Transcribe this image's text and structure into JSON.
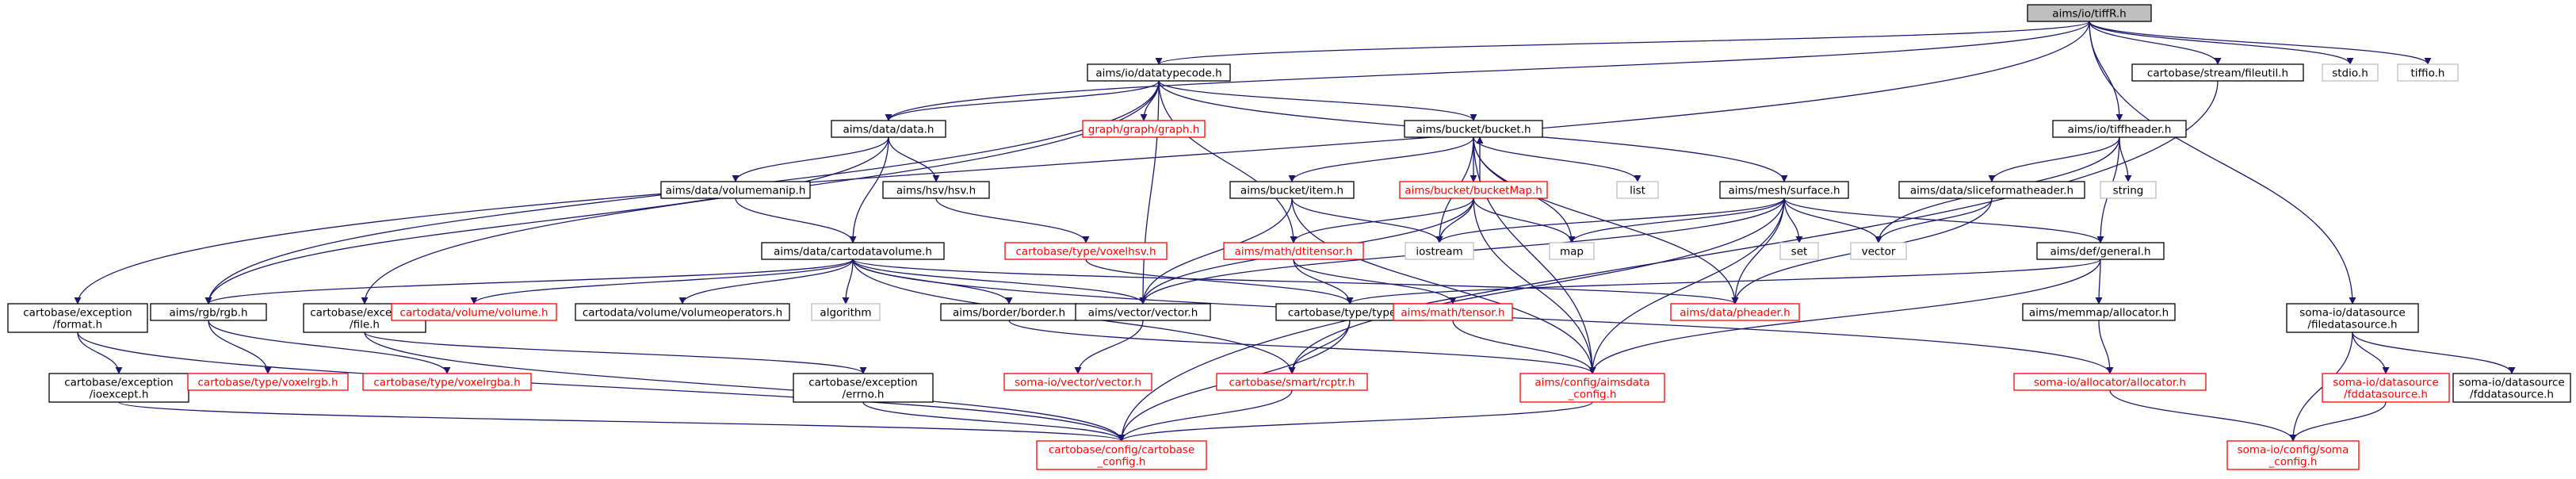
{
  "colors": {
    "edge": "#191970",
    "root_fill": "#bfbfbf",
    "node_border": "#000000",
    "missing_border": "#ff0000",
    "external_border": "#bfbfbf",
    "text": "#000000",
    "missing_text": "#ff0000"
  },
  "nodes": [
    {
      "id": "n_root",
      "lines": [
        "aims/io/tiffR.h"
      ],
      "style": "root"
    },
    {
      "id": "n_datatypecode",
      "lines": [
        "aims/io/datatypecode.h"
      ],
      "style": "normal"
    },
    {
      "id": "n_fileutil",
      "lines": [
        "cartobase/stream/fileutil.h"
      ],
      "style": "normal"
    },
    {
      "id": "n_stdio",
      "lines": [
        "stdio.h"
      ],
      "style": "external"
    },
    {
      "id": "n_tiffio",
      "lines": [
        "tiffio.h"
      ],
      "style": "external"
    },
    {
      "id": "n_tiffheader",
      "lines": [
        "aims/io/tiffheader.h"
      ],
      "style": "normal"
    },
    {
      "id": "n_datah",
      "lines": [
        "aims/data/data.h"
      ],
      "style": "normal"
    },
    {
      "id": "n_graph",
      "lines": [
        "graph/graph/graph.h"
      ],
      "style": "missing"
    },
    {
      "id": "n_bucket",
      "lines": [
        "aims/bucket/bucket.h"
      ],
      "style": "normal"
    },
    {
      "id": "n_volmanip",
      "lines": [
        "aims/data/volumemanip.h"
      ],
      "style": "normal"
    },
    {
      "id": "n_hsv",
      "lines": [
        "aims/hsv/hsv.h"
      ],
      "style": "normal"
    },
    {
      "id": "n_bucketitem",
      "lines": [
        "aims/bucket/item.h"
      ],
      "style": "normal"
    },
    {
      "id": "n_bucketmap",
      "lines": [
        "aims/bucket/bucketMap.h"
      ],
      "style": "missing"
    },
    {
      "id": "n_list",
      "lines": [
        "list"
      ],
      "style": "external"
    },
    {
      "id": "n_surface",
      "lines": [
        "aims/mesh/surface.h"
      ],
      "style": "normal"
    },
    {
      "id": "n_string",
      "lines": [
        "string"
      ],
      "style": "external"
    },
    {
      "id": "n_sliceformat",
      "lines": [
        "aims/data/sliceformatheader.h"
      ],
      "style": "normal"
    },
    {
      "id": "n_voxelhsv",
      "lines": [
        "cartobase/type/voxelhsv.h"
      ],
      "style": "missing"
    },
    {
      "id": "n_dtitensor",
      "lines": [
        "aims/math/dtitensor.h"
      ],
      "style": "missing"
    },
    {
      "id": "n_iostream",
      "lines": [
        "iostream"
      ],
      "style": "external"
    },
    {
      "id": "n_map",
      "lines": [
        "map"
      ],
      "style": "external"
    },
    {
      "id": "n_set",
      "lines": [
        "set"
      ],
      "style": "external"
    },
    {
      "id": "n_vector",
      "lines": [
        "vector"
      ],
      "style": "external"
    },
    {
      "id": "n_general",
      "lines": [
        "aims/def/general.h"
      ],
      "style": "normal"
    },
    {
      "id": "n_cartovolume",
      "lines": [
        "aims/data/cartodatavolume.h"
      ],
      "style": "normal"
    },
    {
      "id": "n_formatexc",
      "lines": [
        "cartobase/exception",
        "/format.h"
      ],
      "style": "normal"
    },
    {
      "id": "n_rgb",
      "lines": [
        "aims/rgb/rgb.h"
      ],
      "style": "normal"
    },
    {
      "id": "n_fileexc",
      "lines": [
        "cartobase/exception",
        "/file.h"
      ],
      "style": "normal"
    },
    {
      "id": "n_cvolume",
      "lines": [
        "cartodata/volume/volume.h"
      ],
      "style": "missing"
    },
    {
      "id": "n_volops",
      "lines": [
        "cartodata/volume/volumeoperators.h"
      ],
      "style": "normal"
    },
    {
      "id": "n_algorithm",
      "lines": [
        "algorithm"
      ],
      "style": "external"
    },
    {
      "id": "n_border",
      "lines": [
        "aims/border/border.h"
      ],
      "style": "normal"
    },
    {
      "id": "n_vectorh",
      "lines": [
        "aims/vector/vector.h"
      ],
      "style": "normal"
    },
    {
      "id": "n_types",
      "lines": [
        "cartobase/type/types.h"
      ],
      "style": "normal"
    },
    {
      "id": "n_tensor",
      "lines": [
        "aims/math/tensor.h"
      ],
      "style": "missing"
    },
    {
      "id": "n_pheader",
      "lines": [
        "aims/data/pheader.h"
      ],
      "style": "missing"
    },
    {
      "id": "n_memallocator",
      "lines": [
        "aims/memmap/allocator.h"
      ],
      "style": "normal"
    },
    {
      "id": "n_filedatasource",
      "lines": [
        "soma-io/datasource",
        "/filedatasource.h"
      ],
      "style": "normal"
    },
    {
      "id": "n_ioexcept",
      "lines": [
        "cartobase/exception",
        "/ioexcept.h"
      ],
      "style": "normal"
    },
    {
      "id": "n_voxelrgb",
      "lines": [
        "cartobase/type/voxelrgb.h"
      ],
      "style": "missing"
    },
    {
      "id": "n_voxelrgba",
      "lines": [
        "cartobase/type/voxelrgba.h"
      ],
      "style": "missing"
    },
    {
      "id": "n_errno",
      "lines": [
        "cartobase/exception",
        "/errno.h"
      ],
      "style": "normal"
    },
    {
      "id": "n_somavector",
      "lines": [
        "soma-io/vector/vector.h"
      ],
      "style": "missing"
    },
    {
      "id": "n_rcptr",
      "lines": [
        "cartobase/smart/rcptr.h"
      ],
      "style": "missing"
    },
    {
      "id": "n_aimsdata",
      "lines": [
        "aims/config/aimsdata",
        "_config.h"
      ],
      "style": "missing"
    },
    {
      "id": "n_somaallocator",
      "lines": [
        "soma-io/allocator/allocator.h"
      ],
      "style": "missing"
    },
    {
      "id": "n_fdds_missing",
      "lines": [
        "soma-io/datasource",
        "/fddatasource.h"
      ],
      "style": "missing"
    },
    {
      "id": "n_fdds",
      "lines": [
        "soma-io/datasource",
        "/fddatasource.h"
      ],
      "style": "normal"
    },
    {
      "id": "n_cartoconfig",
      "lines": [
        "cartobase/config/cartobase",
        "_config.h"
      ],
      "style": "missing"
    },
    {
      "id": "n_somaconfig",
      "lines": [
        "soma-io/config/soma",
        "_config.h"
      ],
      "style": "missing"
    }
  ]
}
